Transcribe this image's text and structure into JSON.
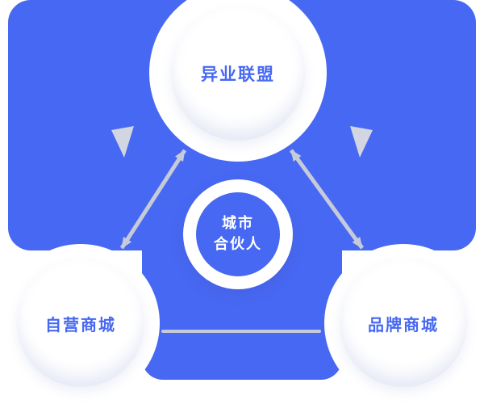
{
  "diagram": {
    "center_node": {
      "line1": "城市",
      "line2": "合伙人"
    },
    "nodes": [
      {
        "id": "top",
        "label": "异业联盟"
      },
      {
        "id": "bottom_left",
        "label": "自营商城"
      },
      {
        "id": "bottom_right",
        "label": "品牌商城"
      }
    ]
  },
  "colors": {
    "primary_blue": "#4768f2",
    "node_text_blue": "#4768f2",
    "center_text": "#ffffff",
    "arrow_gray": "#c6cbd9",
    "triangle_gray": "#d2d6e2"
  }
}
